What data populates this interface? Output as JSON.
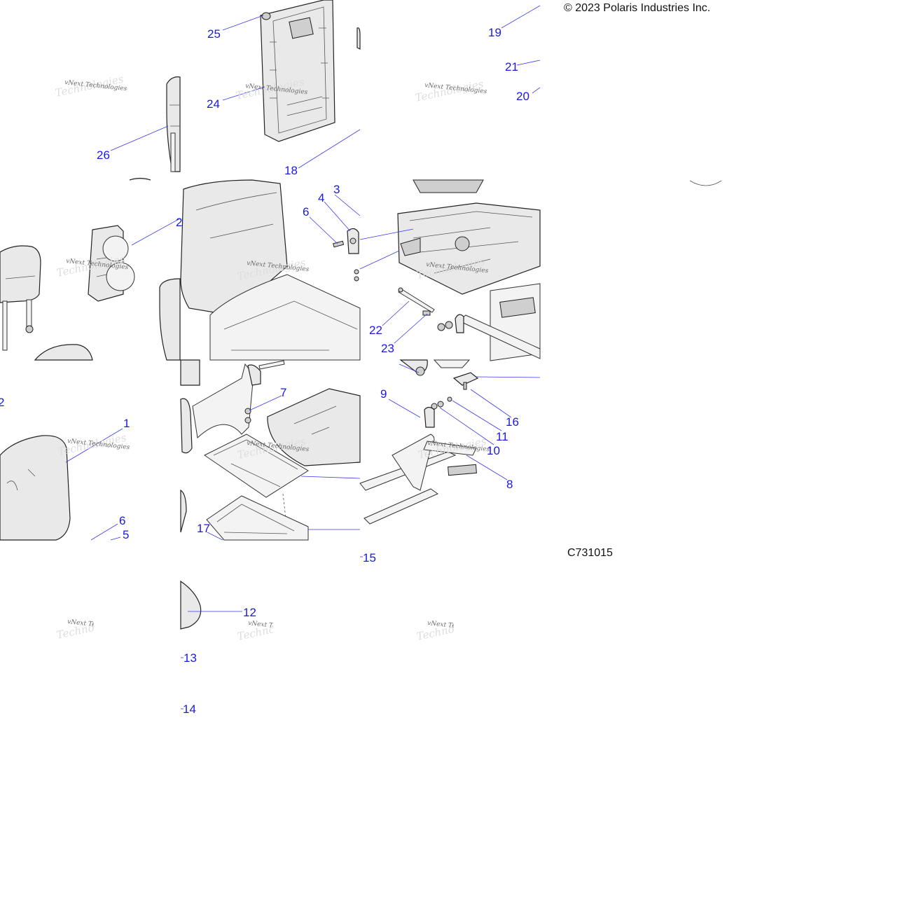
{
  "copyright": "© 2023 Polaris Industries Inc.",
  "diagram_id": "C731015",
  "watermark": {
    "line1": "vNext Technologies",
    "line2": "Technologies"
  },
  "callouts": {
    "c1": "1",
    "c2a": "2",
    "c2b": "2",
    "c3": "3",
    "c4": "4",
    "c5": "5",
    "c6a": "6",
    "c6b": "6",
    "c7": "7",
    "c8": "8",
    "c9": "9",
    "c10": "10",
    "c11": "11",
    "c12": "12",
    "c13": "13",
    "c14": "14",
    "c15": "15",
    "c16": "16",
    "c17": "17",
    "c18": "18",
    "c19": "19",
    "c20": "20",
    "c21": "21",
    "c22": "22",
    "c23": "23",
    "c24": "24",
    "c25": "25",
    "c26": "26"
  }
}
